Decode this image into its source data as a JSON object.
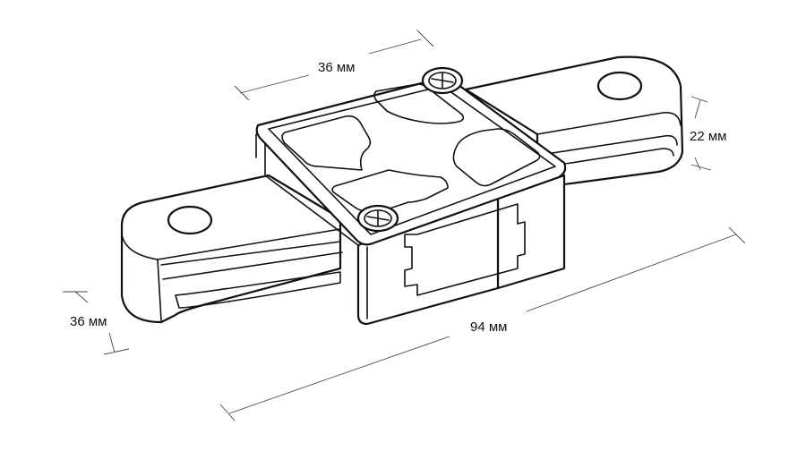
{
  "dimensions": {
    "top_width": "36 мм",
    "height": "22 мм",
    "side_width": "36 мм",
    "length": "94 мм"
  },
  "colors": {
    "line": "#111111",
    "dimension_line": "#444444",
    "background": "#ffffff"
  }
}
